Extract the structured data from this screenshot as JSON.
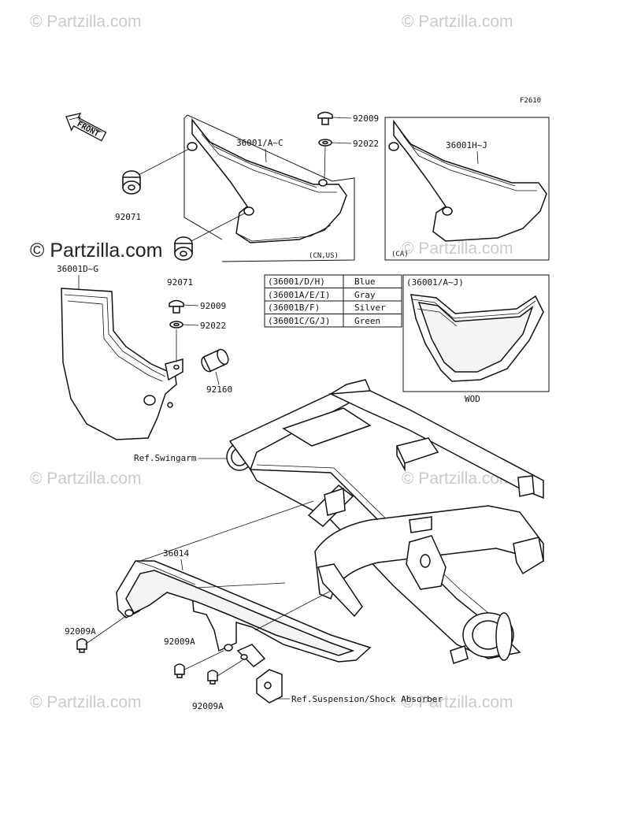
{
  "figure_code": "F2610",
  "watermark": "© Partzilla.com",
  "watermark_main": "© Partzilla.com",
  "front_arrow": "FRONT",
  "labels": {
    "p92009_top": "92009",
    "p92022_top": "92022",
    "p36001_ac": "36001/A~C",
    "p36001_hj": "36001H~J",
    "p92071_a": "92071",
    "p92071_b": "92071",
    "p36001_dg": "36001D~G",
    "p92009_mid": "92009",
    "p92022_mid": "92022",
    "p92160": "92160",
    "cn_us": "(CN,US)",
    "ca": "(CA)",
    "inset_title": "(36001/A~J)",
    "wod": "WOD",
    "ref_swingarm": "Ref.Swingarm",
    "p36014": "36014",
    "p92009a_1": "92009A",
    "p92009a_2": "92009A",
    "p92009a_3": "92009A",
    "ref_suspension": "Ref.Suspension/Shock Absorber"
  },
  "color_table": [
    {
      "code": "(36001/D/H)",
      "color": "Blue"
    },
    {
      "code": "(36001A/E/I)",
      "color": "Gray"
    },
    {
      "code": "(36001B/F)",
      "color": "Silver"
    },
    {
      "code": "(36001C/G/J)",
      "color": "Green"
    }
  ],
  "icons": [
    "front-arrow-icon",
    "bolt-icon",
    "washer-icon",
    "grommet-icon",
    "collar-icon"
  ]
}
